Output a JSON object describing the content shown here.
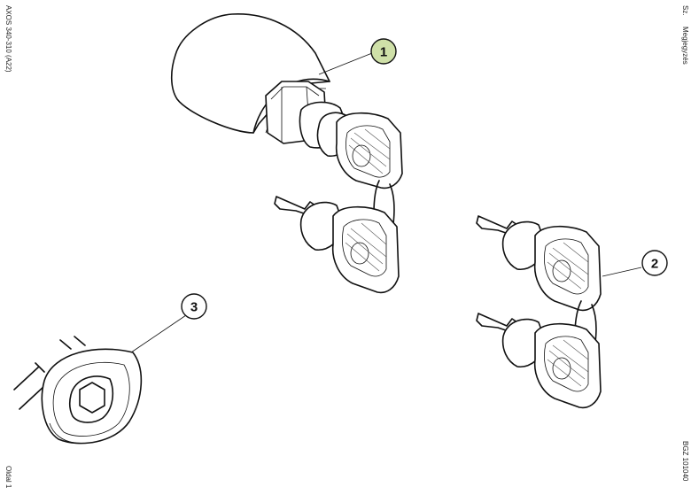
{
  "sheet": {
    "left_top_text": "AXOS 340-310 (A22)",
    "left_bottom_text": "Oldal 1",
    "right_top_text": "Sz.",
    "right_mid_text": "Megjegyzés",
    "right_bottom_text": "BGZ 101040"
  },
  "callouts": [
    {
      "number": "1",
      "highlight_color": "#cfe0a8",
      "part": "ignition-switch-with-keys"
    },
    {
      "number": "2",
      "highlight_color": "#ffffff",
      "part": "key-set"
    },
    {
      "number": "3",
      "highlight_color": "#ffffff",
      "part": "bezel-ring"
    }
  ]
}
